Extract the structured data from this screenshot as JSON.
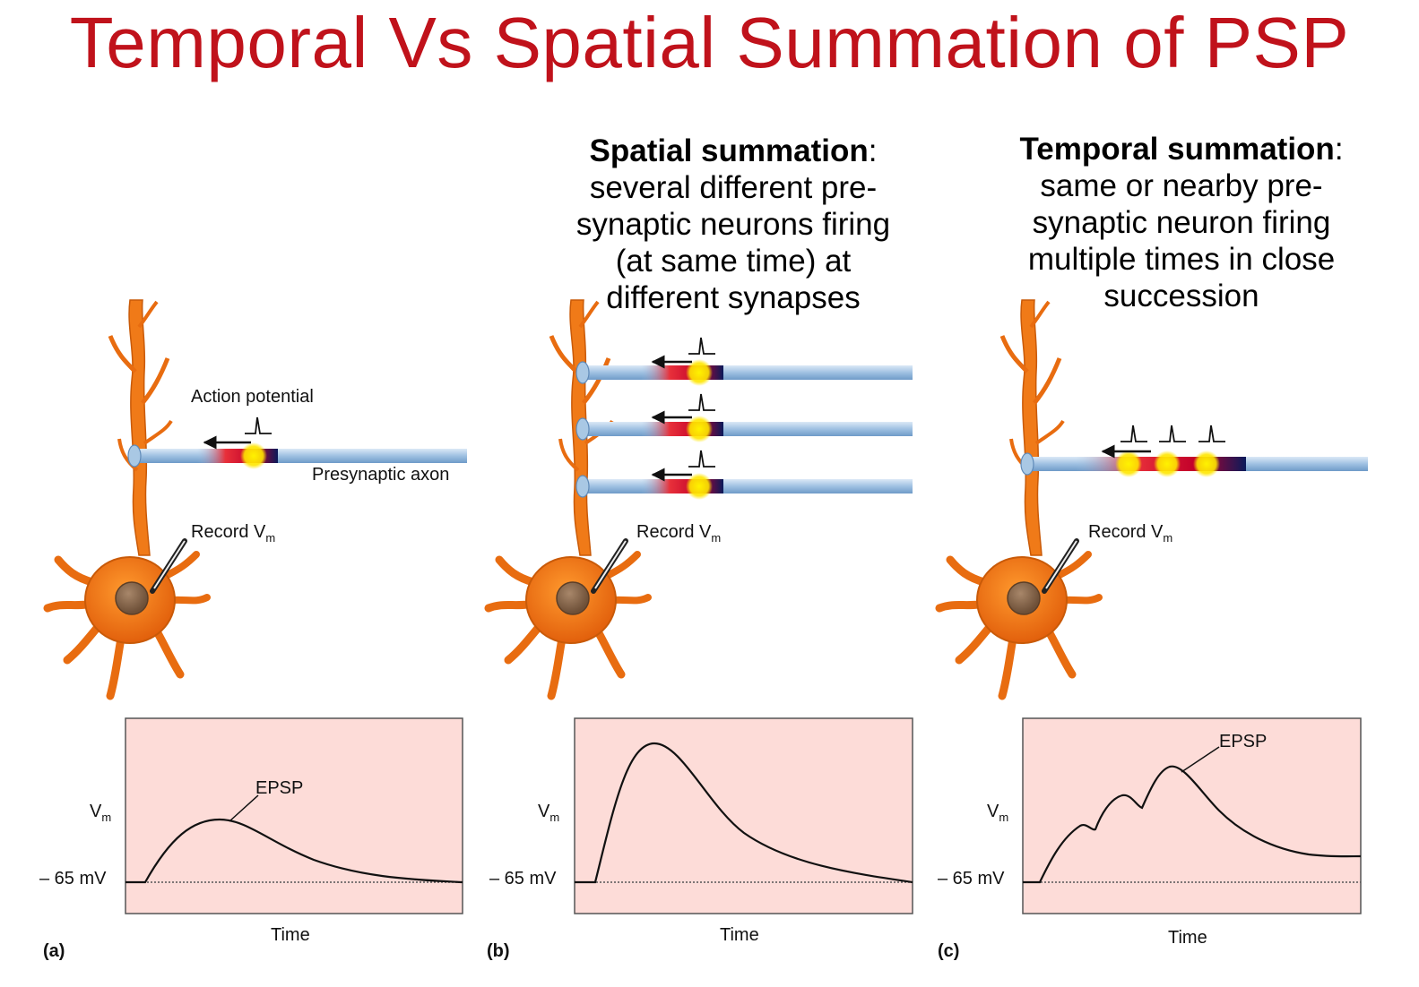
{
  "title": "Temporal Vs Spatial Summation of PSP",
  "spatial": {
    "heading": "Spatial summation",
    "colon": ":",
    "lines": [
      "several different pre-",
      "synaptic neurons firing",
      "(at same time) at",
      "different synapses"
    ]
  },
  "temporal": {
    "heading": "Temporal summation",
    "colon": ":",
    "lines": [
      "same or nearby pre-",
      "synaptic neuron firing",
      "multiple times in close",
      "succession"
    ]
  },
  "panel_a": {
    "action_potential": "Action potential",
    "presynaptic_axon": "Presynaptic axon",
    "record": "Record V",
    "record_sub": "m",
    "epsp": "EPSP",
    "vm": "V",
    "vm_sub": "m",
    "baseline": "– 65 mV",
    "time": "Time",
    "label": "(a)"
  },
  "panel_b": {
    "record": "Record V",
    "record_sub": "m",
    "vm": "V",
    "vm_sub": "m",
    "baseline": "– 65 mV",
    "time": "Time",
    "label": "(b)"
  },
  "panel_c": {
    "record": "Record V",
    "record_sub": "m",
    "epsp": "EPSP",
    "vm": "V",
    "vm_sub": "m",
    "baseline": "– 65 mV",
    "time": "Time",
    "label": "(c)"
  },
  "colors": {
    "title": "#c0121b",
    "graph_bg": "#fddcd8",
    "axon": "#a9c8e4",
    "neuron": "#f07a18",
    "nucleus": "#8a6a4a",
    "spot": "#fff200"
  }
}
